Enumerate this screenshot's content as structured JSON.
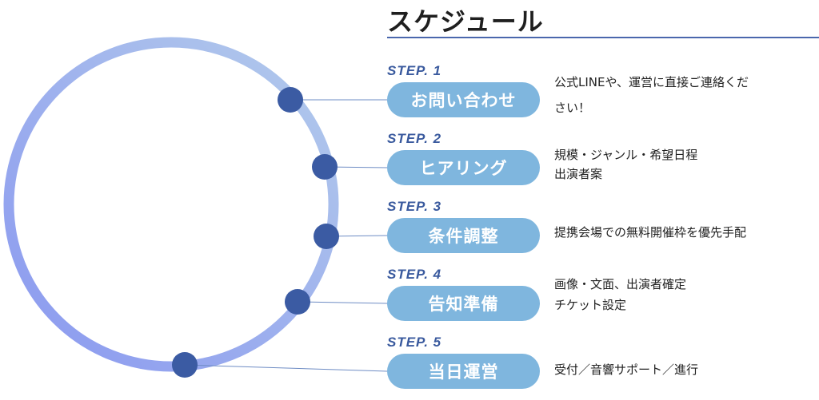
{
  "header": {
    "title": "スケジュール"
  },
  "colors": {
    "accent": "#4a67ad",
    "pill": "#7fb6de",
    "node": "#3b5ba3",
    "ring_top": "#aac4e9",
    "ring_bottom": "#8e9ef0"
  },
  "steps": [
    {
      "label": "STEP. 1",
      "title": "お問い合わせ",
      "desc_lines": [
        "公式LINEや、運営に直接ご連絡くだ",
        "さい！"
      ]
    },
    {
      "label": "STEP. 2",
      "title": "ヒアリング",
      "desc_lines": [
        "規模・ジャンル・希望日程",
        "出演者案"
      ]
    },
    {
      "label": "STEP. 3",
      "title": "条件調整",
      "desc_lines": [
        "提携会場での無料開催枠を優先手配"
      ]
    },
    {
      "label": "STEP. 4",
      "title": "告知準備",
      "desc_lines": [
        "画像・文面、出演者確定",
        "チケット設定"
      ]
    },
    {
      "label": "STEP. 5",
      "title": "当日運営",
      "desc_lines": [
        "受付／音響サポート／進行"
      ]
    }
  ]
}
